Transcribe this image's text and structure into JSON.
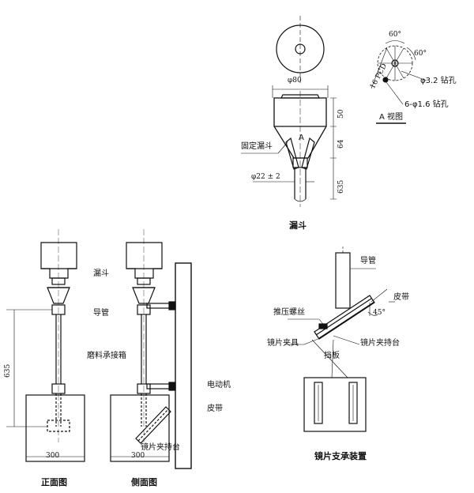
{
  "funnel_detail": {
    "diameter_label": "φ80",
    "dim_top": "50",
    "dim_mid": "64",
    "dim_tube": "635",
    "tube_diameter": "φ22 ± 2",
    "label_A": "A",
    "fixed_funnel_label": "固定漏斗",
    "caption": "漏斗"
  },
  "view_a": {
    "pcd_label": "16 PCD",
    "angle_1": "60°",
    "angle_2": "60°",
    "hole_1": "φ3.2 钻孔",
    "hole_2": "6-φ1.6 钻孔",
    "caption": "A 视图"
  },
  "front_side": {
    "label_funnel": "漏斗",
    "label_tube": "导管",
    "label_box": "磨料承接箱",
    "label_motor": "电动机",
    "label_belt": "皮带",
    "label_holder": "镜片夹持台",
    "dim_height": "635",
    "dim_front_width": "300",
    "dim_side_width": "300",
    "caption_front": "正面图",
    "caption_side": "侧面图"
  },
  "support": {
    "label_tube": "导管",
    "label_belt": "皮带",
    "label_screw": "推压螺丝",
    "label_angle": "45°",
    "label_clamp": "镜片夹具",
    "label_holder": "镜片夹持台",
    "label_baffle": "挡板",
    "caption": "镜片支承装置"
  }
}
